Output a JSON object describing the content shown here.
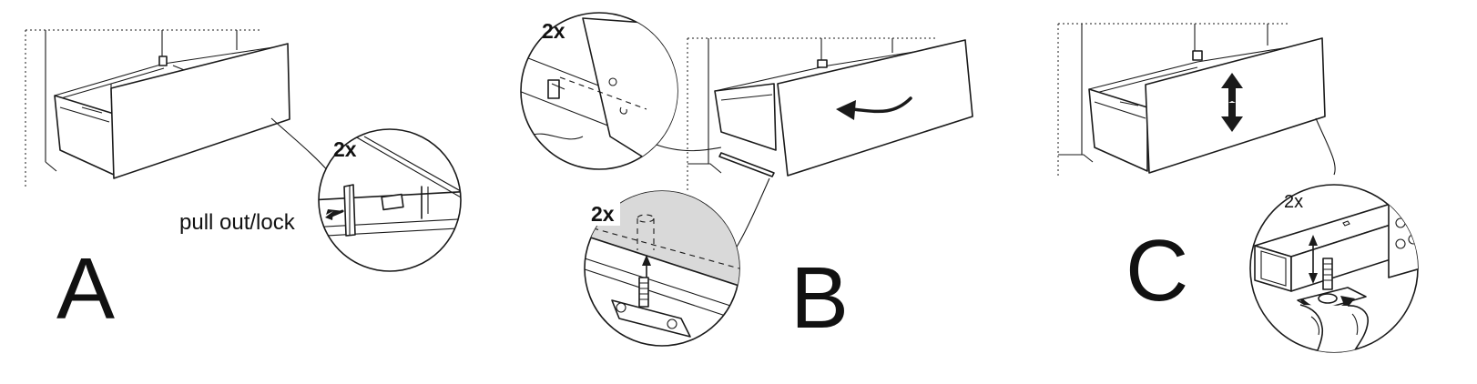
{
  "steps": [
    {
      "letter": "A",
      "quantity": "2x",
      "caption": "pull out/lock"
    },
    {
      "letter": "B",
      "quantity_top": "2x",
      "quantity_bottom": "2x"
    },
    {
      "letter": "C",
      "quantity": "2x"
    }
  ],
  "colors": {
    "ink": "#1a1a1a",
    "shade": "#d9d9d9",
    "background": "#ffffff"
  }
}
